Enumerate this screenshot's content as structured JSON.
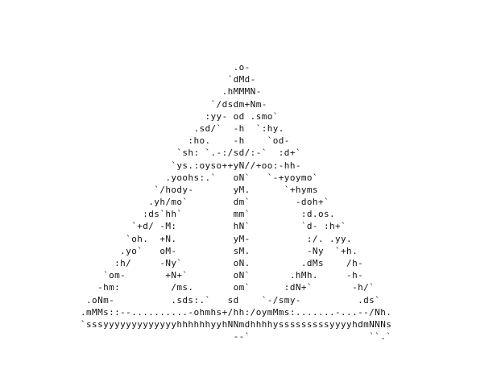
{
  "ascii_art": {
    "lines": [
      "                           .o-",
      "                          `dMd-",
      "                         .hMMMN-",
      "                       `/dsdm+Nm-",
      "                      :yy- od .smo`",
      "                    .sd/`  -h  `:hy.",
      "                   :ho.    -h    `od-",
      "                 `sh: `.-:/sd/:-`  :d+`",
      "                `ys.:oyso++yN//+oo:-hh-",
      "               .yoohs:.`   oN`   `-+yoymo`",
      "             `/hody-       yM.      `+hyms",
      "            .yh/mo`        dm`        -doh+`",
      "           :ds`hh`         mm`         :d.os.",
      "         `+d/ -M:          hN`         `d- :h+`",
      "        `oh.  +N.          yM-          :/. .yy.",
      "       .yo`   oM-          sM.          -Ny  `+h.",
      "      :h/     -Ny`         oN.         .dMs    /h-",
      "    `om-       +N+`        oN`       .hMh.     -h-",
      "   -hm:         /ms.       om`      :dN+`       -h/`",
      " .oNm-          .sds:.`   sd    `-/smy-          .ds`",
      ".mMMs::--..........-ohmhs+/hh:/oymMms:.......-...--/Nh.",
      "`sssyyyyyyyyyyyyyhhhhhhyyhNNmdhhhhysssssssssyyyyhdmNNNs",
      "                           --`                     ``.`"
    ]
  }
}
